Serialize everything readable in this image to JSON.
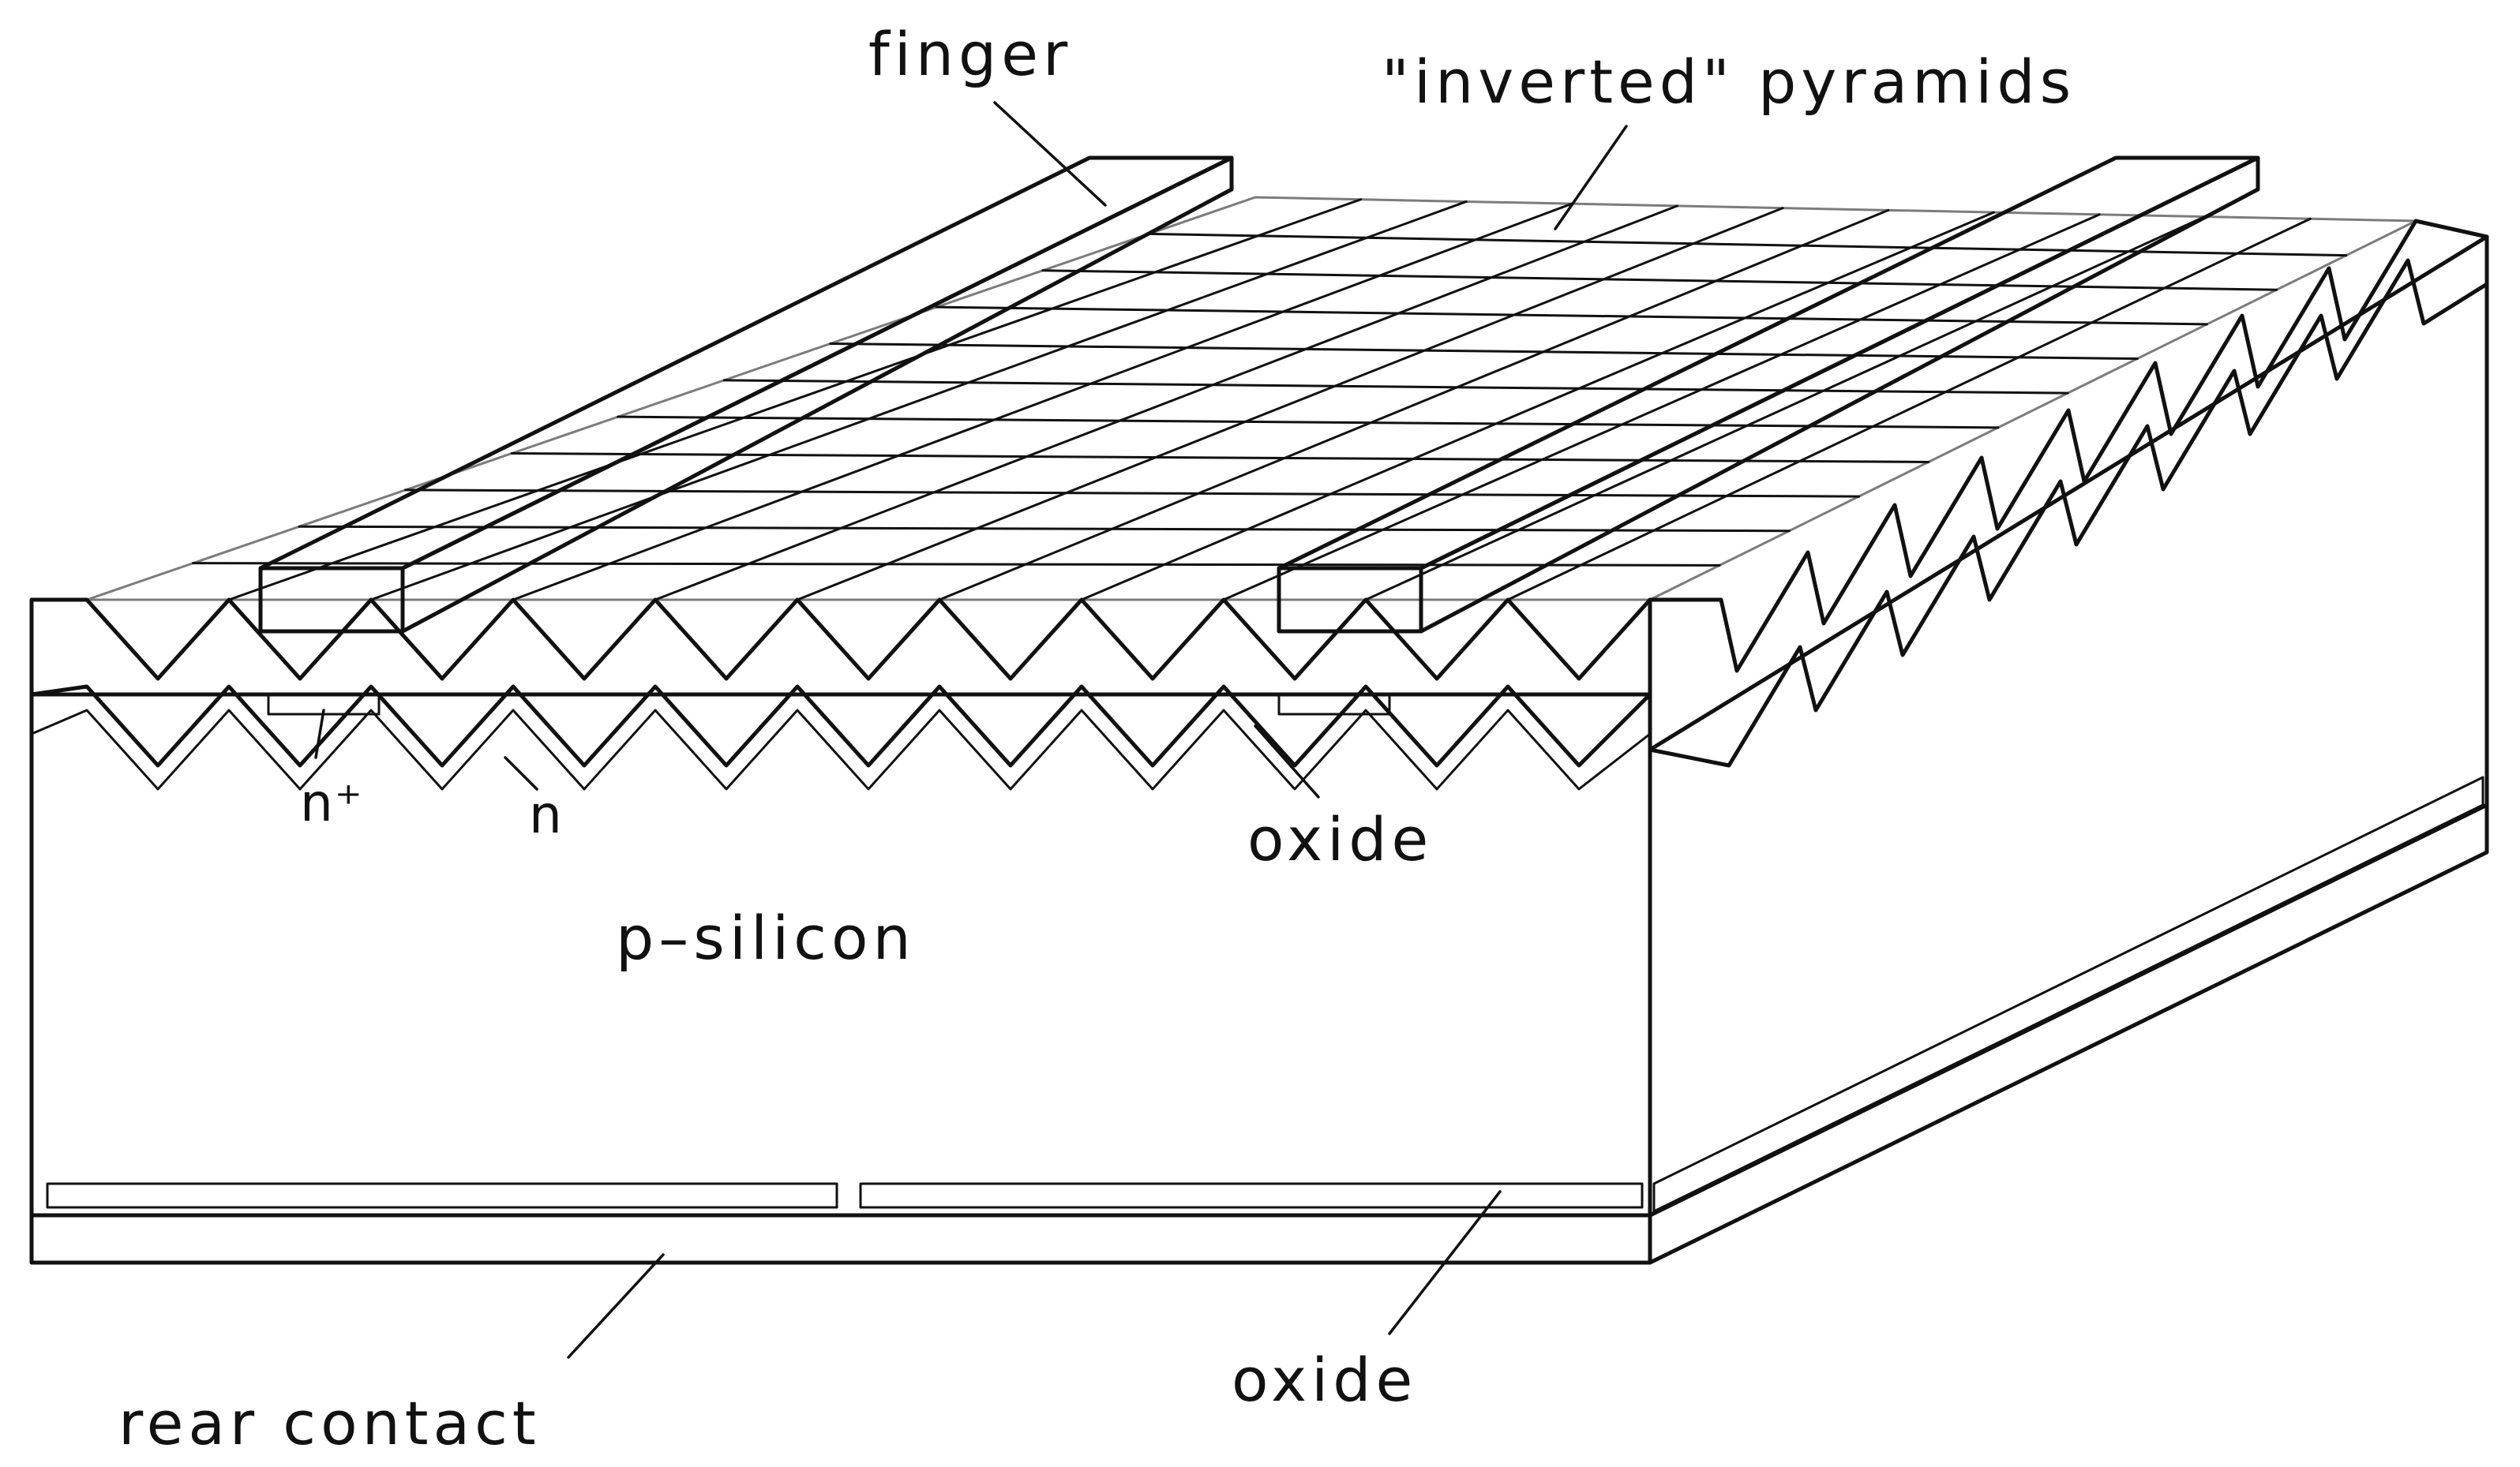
{
  "labels": {
    "finger": "finger",
    "inverted_pyramids": "\"inverted\" pyramids",
    "n_plus": "n⁺",
    "n": "n",
    "oxide_top": "oxide",
    "p_silicon": "p–silicon",
    "oxide_bottom": "oxide",
    "rear_contact": "rear contact"
  },
  "colors": {
    "ink": "#111111",
    "paper": "#ffffff",
    "stipple": "#6b6b6b"
  }
}
